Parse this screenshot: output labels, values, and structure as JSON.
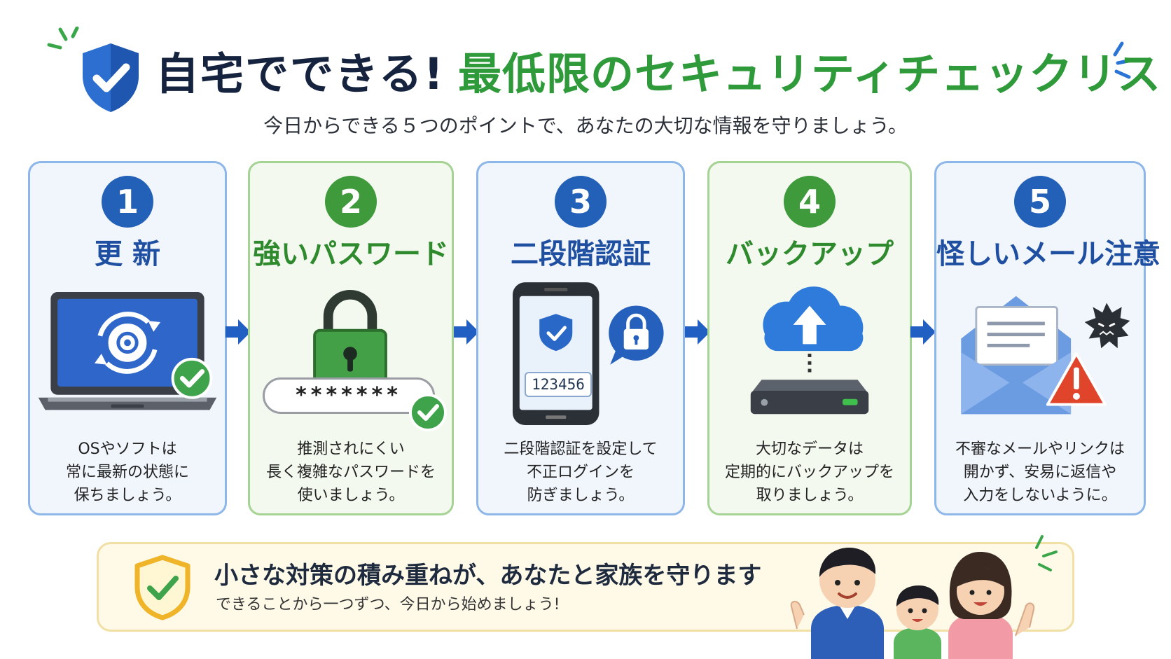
{
  "header": {
    "title_main": "自宅でできる!",
    "title_accent": "最低限のセキュリティチェックリスト",
    "subtitle": "今日からできる５つのポイントで、あなたの大切な情報を守りましょう。"
  },
  "steps": [
    {
      "number": "1",
      "title": "更 新",
      "desc": [
        "OSやソフトは",
        "常に最新の状態に",
        "保ちましょう。"
      ]
    },
    {
      "number": "2",
      "title": "強いパスワード",
      "password": "*******",
      "desc": [
        "推測されにくい",
        "長く複雑なパスワードを",
        "使いましょう。"
      ]
    },
    {
      "number": "3",
      "title": "二段階認証",
      "code": "123456",
      "desc": [
        "二段階認証を設定して",
        "不正ログインを",
        "防ぎましょう。"
      ]
    },
    {
      "number": "4",
      "title": "バックアップ",
      "desc": [
        "大切なデータは",
        "定期的にバックアップを",
        "取りましょう。"
      ]
    },
    {
      "number": "5",
      "title": "怪しいメール注意",
      "desc": [
        "不審なメールやリンクは",
        "開かず、安易に返信や",
        "入力をしないように。"
      ]
    }
  ],
  "banner": {
    "title": "小さな対策の積み重ねが、あなたと家族を守ります",
    "subtitle": "できることから一つずつ、今日から始めましょう!"
  },
  "icons": [
    "shield-check-icon",
    "laptop-update-icon",
    "padlock-icon",
    "smartphone-2fa-icon",
    "cloud-backup-icon",
    "email-warning-icon",
    "family-illustration",
    "arrow-right-icon"
  ],
  "colors": {
    "blue": "#2360b8",
    "green": "#3f9a3c",
    "navy": "#15233f",
    "warning": "#e0452b",
    "gold": "#f0b429"
  }
}
